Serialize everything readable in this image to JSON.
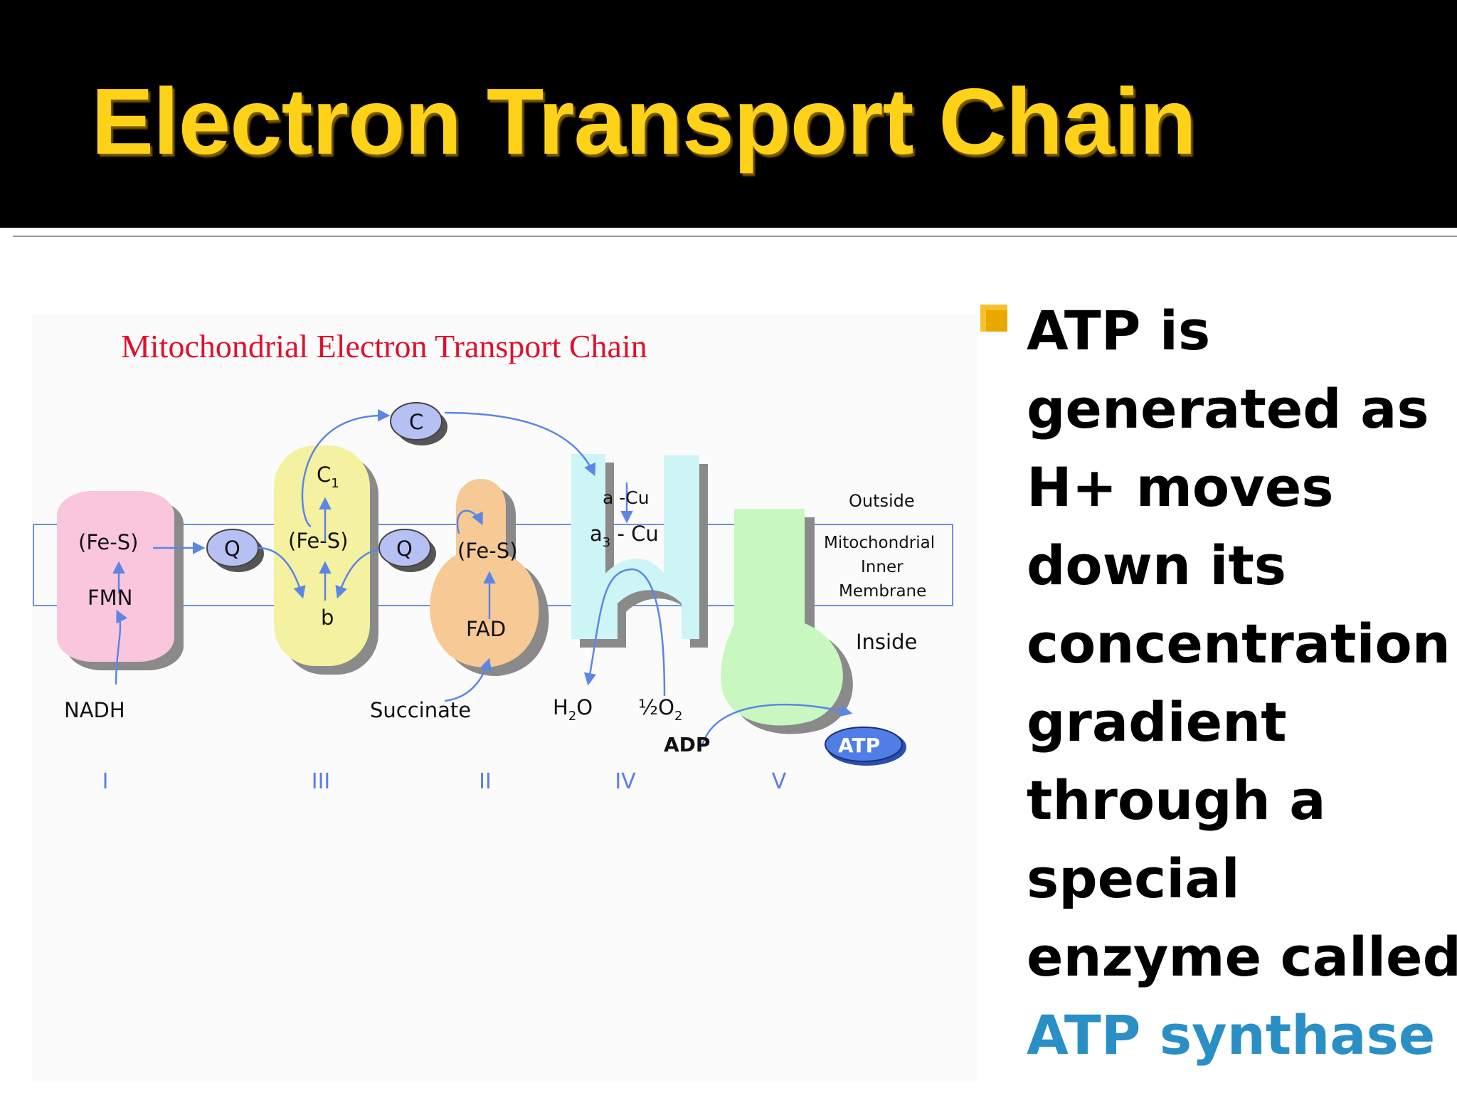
{
  "slide": {
    "title": "Electron Transport Chain",
    "accent_title_color": "#ffd21a",
    "bullet": {
      "lines": [
        "ATP is",
        "generated as",
        "H+ moves",
        "down its",
        "concentration",
        "gradient",
        "through a",
        "special",
        "enzyme called"
      ],
      "highlight": "ATP synthase",
      "highlight_color": "#2a8fc4"
    }
  },
  "diagram": {
    "title": "Mitochondrial Electron Transport Chain",
    "labels": {
      "fes_1": "(Fe-S)",
      "fmn": "FMN",
      "nadh": "NADH",
      "q_1": "Q",
      "c1": "C",
      "c1_sub": "1",
      "fes_3": "(Fe-S)",
      "b": "b",
      "c": "C",
      "q_2": "Q",
      "fes_2": "(Fe-S)",
      "fad": "FAD",
      "succinate": "Succinate",
      "a_cu": "a -Cu",
      "a3_cu_a": "a",
      "a3_cu_sub": "3",
      "a3_cu_b": " - Cu",
      "h2o_a": "H",
      "h2o_sub": "2",
      "h2o_b": "O",
      "o2_a": "½O",
      "o2_sub": "2",
      "adp": "ADP",
      "atp": "ATP",
      "outside": "Outside",
      "membrane_1": "Mitochondrial",
      "membrane_2": "Inner",
      "membrane_3": "Membrane",
      "inside": "Inside"
    },
    "complexes": [
      "I",
      "III",
      "II",
      "IV",
      "V"
    ],
    "colors": {
      "complex_I": "#f9c6dd",
      "complex_III": "#f4f1a0",
      "complex_II": "#f6c995",
      "complex_IV": "#cdf5f5",
      "complex_V": "#c8f8c0",
      "carrier": "#b6c0f2",
      "arrow": "#5b86e6",
      "title": "#e0102c",
      "roman": "#5b7de6"
    }
  }
}
